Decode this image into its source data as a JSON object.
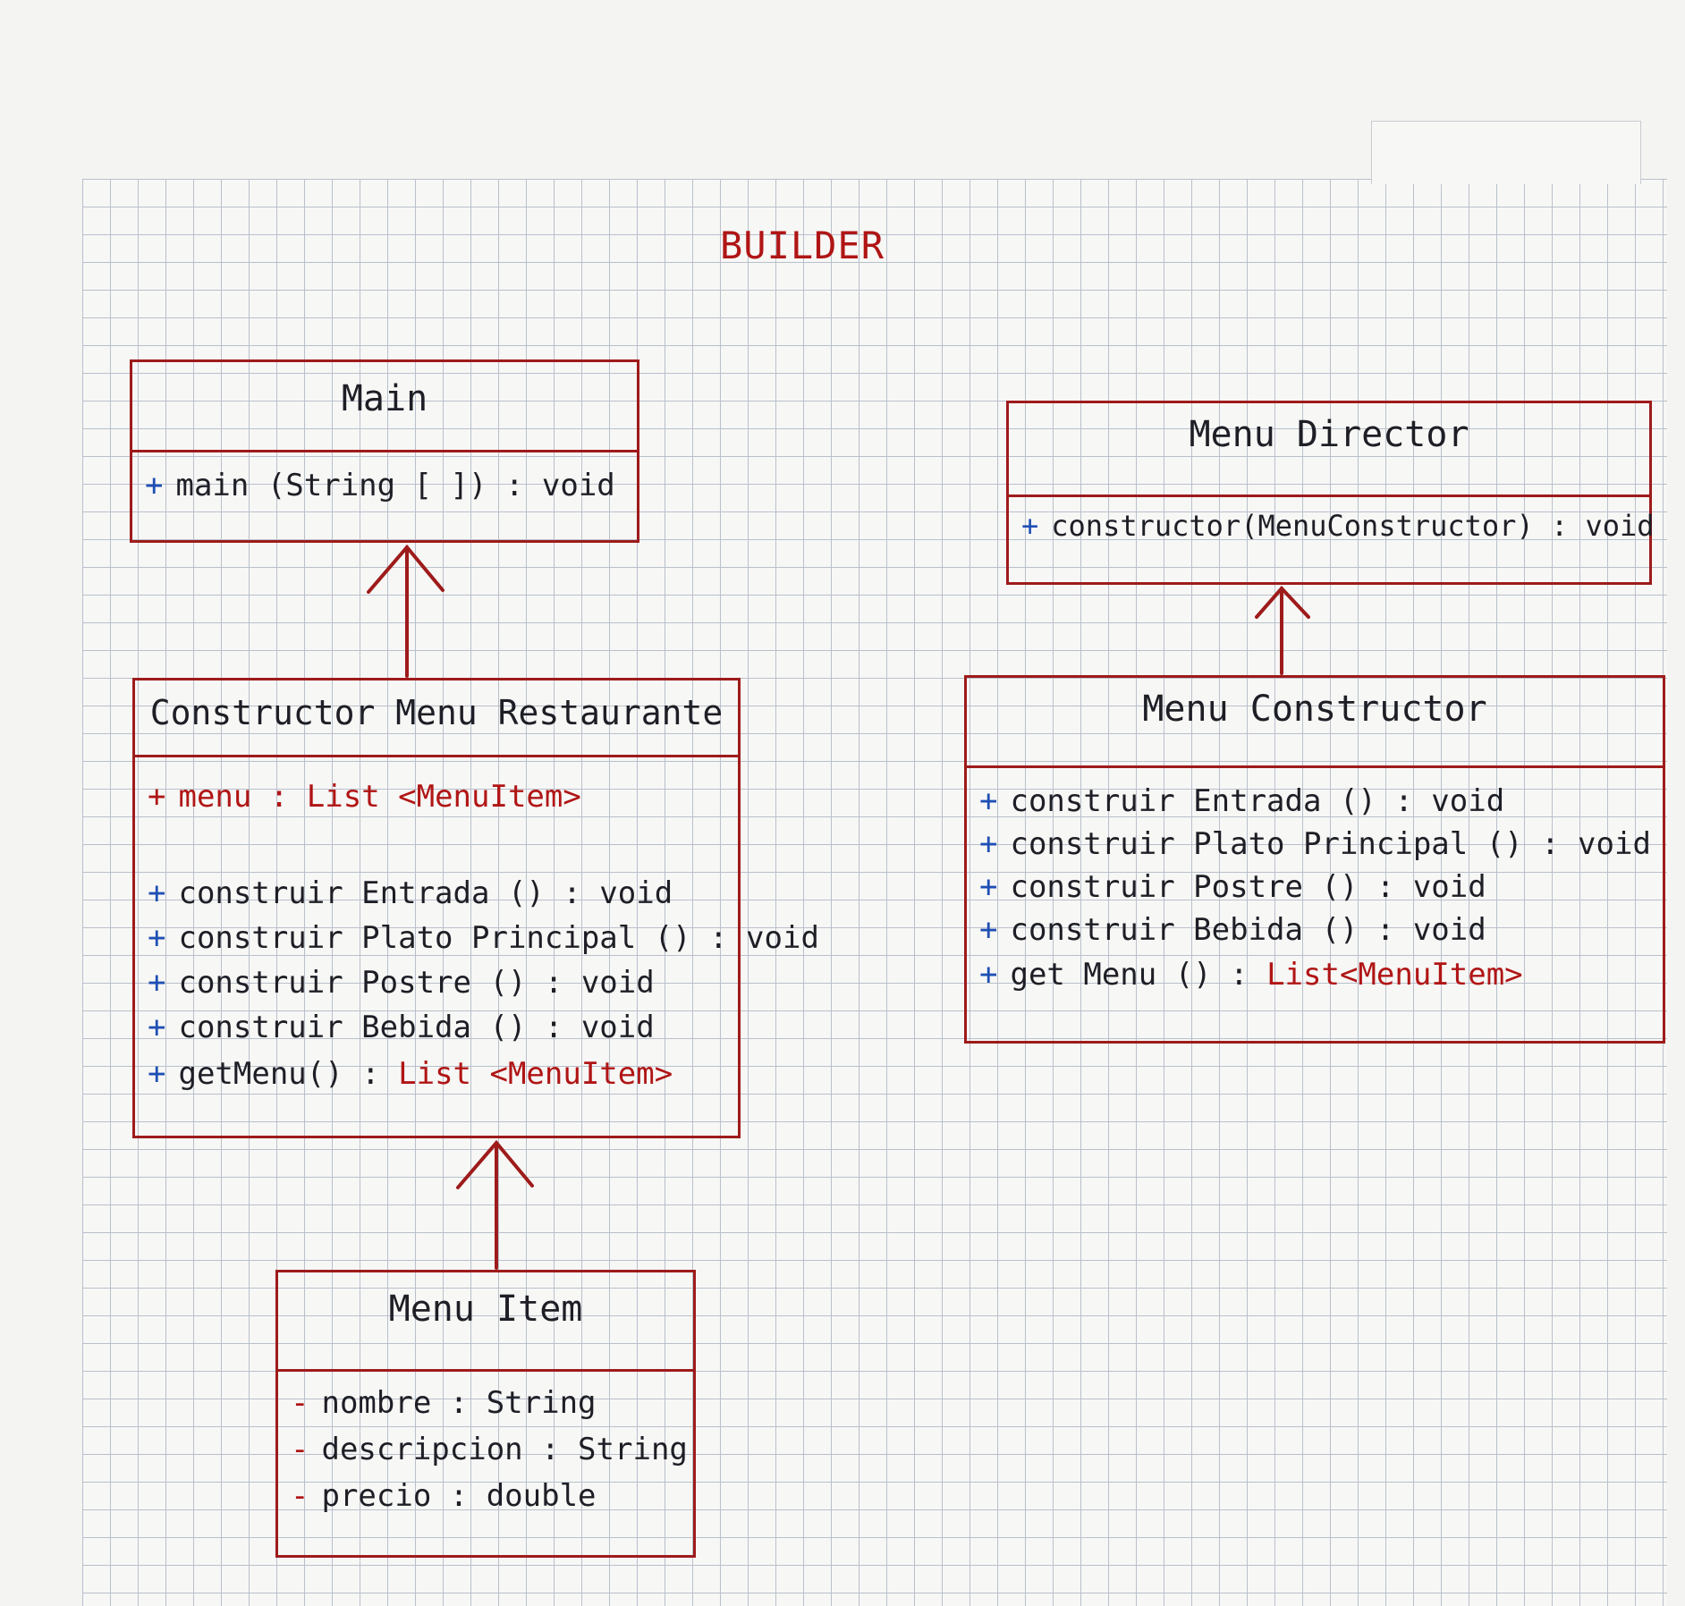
{
  "title": "BUILDER",
  "classes": {
    "main": {
      "name": "Main",
      "methods": [
        {
          "vis": "+",
          "sig": "main (String [ ]) : void"
        }
      ]
    },
    "menu_director": {
      "name": "Menu Director",
      "methods": [
        {
          "vis": "+",
          "sig": "constructor(MenuConstructor) : void"
        }
      ]
    },
    "constructor_menu_restaurante": {
      "name": "Constructor Menu Restaurante",
      "attributes": [
        {
          "vis": "+",
          "name": "menu",
          "type": "List <MenuItem>"
        }
      ],
      "methods": [
        {
          "vis": "+",
          "sig": "construir Entrada () : void"
        },
        {
          "vis": "+",
          "sig": "construir Plato Principal () : void"
        },
        {
          "vis": "+",
          "sig": "construir Postre () : void"
        },
        {
          "vis": "+",
          "sig": "construir Bebida () : void"
        },
        {
          "vis": "+",
          "sig": "getMenu() : ",
          "ret": "List <MenuItem>"
        }
      ]
    },
    "menu_constructor": {
      "name": "Menu Constructor",
      "methods": [
        {
          "vis": "+",
          "sig": "construir Entrada () : void"
        },
        {
          "vis": "+",
          "sig": "construir Plato Principal () : void"
        },
        {
          "vis": "+",
          "sig": "construir Postre () : void"
        },
        {
          "vis": "+",
          "sig": "construir Bebida () : void"
        },
        {
          "vis": "+",
          "sig": "get Menu () : ",
          "ret": "List<MenuItem>"
        }
      ]
    },
    "menu_item": {
      "name": "Menu Item",
      "attributes": [
        {
          "vis": "-",
          "sig": "nombre : String"
        },
        {
          "vis": "-",
          "sig": "descripcion : String"
        },
        {
          "vis": "-",
          "sig": "precio : double"
        }
      ]
    }
  },
  "colors": {
    "ink_red": "#9e1b1b",
    "ink_blue": "#1f4fb5",
    "ink_black": "#1e1e26",
    "grid": "#b9c0cc"
  }
}
